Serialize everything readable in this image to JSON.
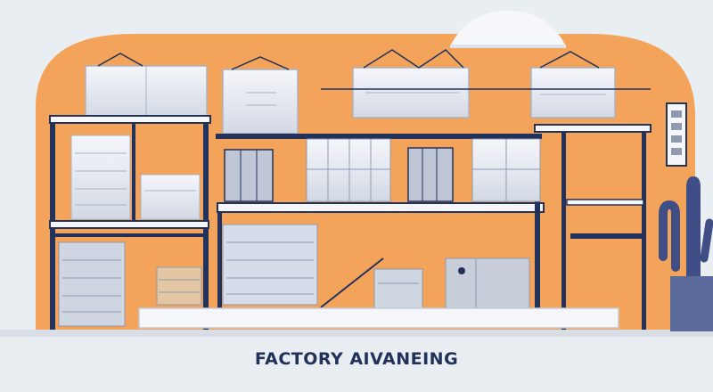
{
  "caption": "FACTORY AIVANEING",
  "colors": {
    "background": "#e9eef3",
    "wall": "#f3a35a",
    "frame": "#23325a",
    "box_light": "#eef1f6",
    "box_shade": "#c9d0dc",
    "box_line": "#8f9ab0",
    "floor": "#d9dee6",
    "plant": "#3f4f86",
    "pot": "#5a6a9a"
  },
  "scene": {
    "left_rack": "storage-rack-left",
    "center_rack": "storage-rack-center",
    "right_rack": "storage-rack-right",
    "dome_light": "dome-lamp-icon",
    "wall_panel": "wall-switch-panel-icon",
    "plant": "potted-cactus-icon"
  }
}
